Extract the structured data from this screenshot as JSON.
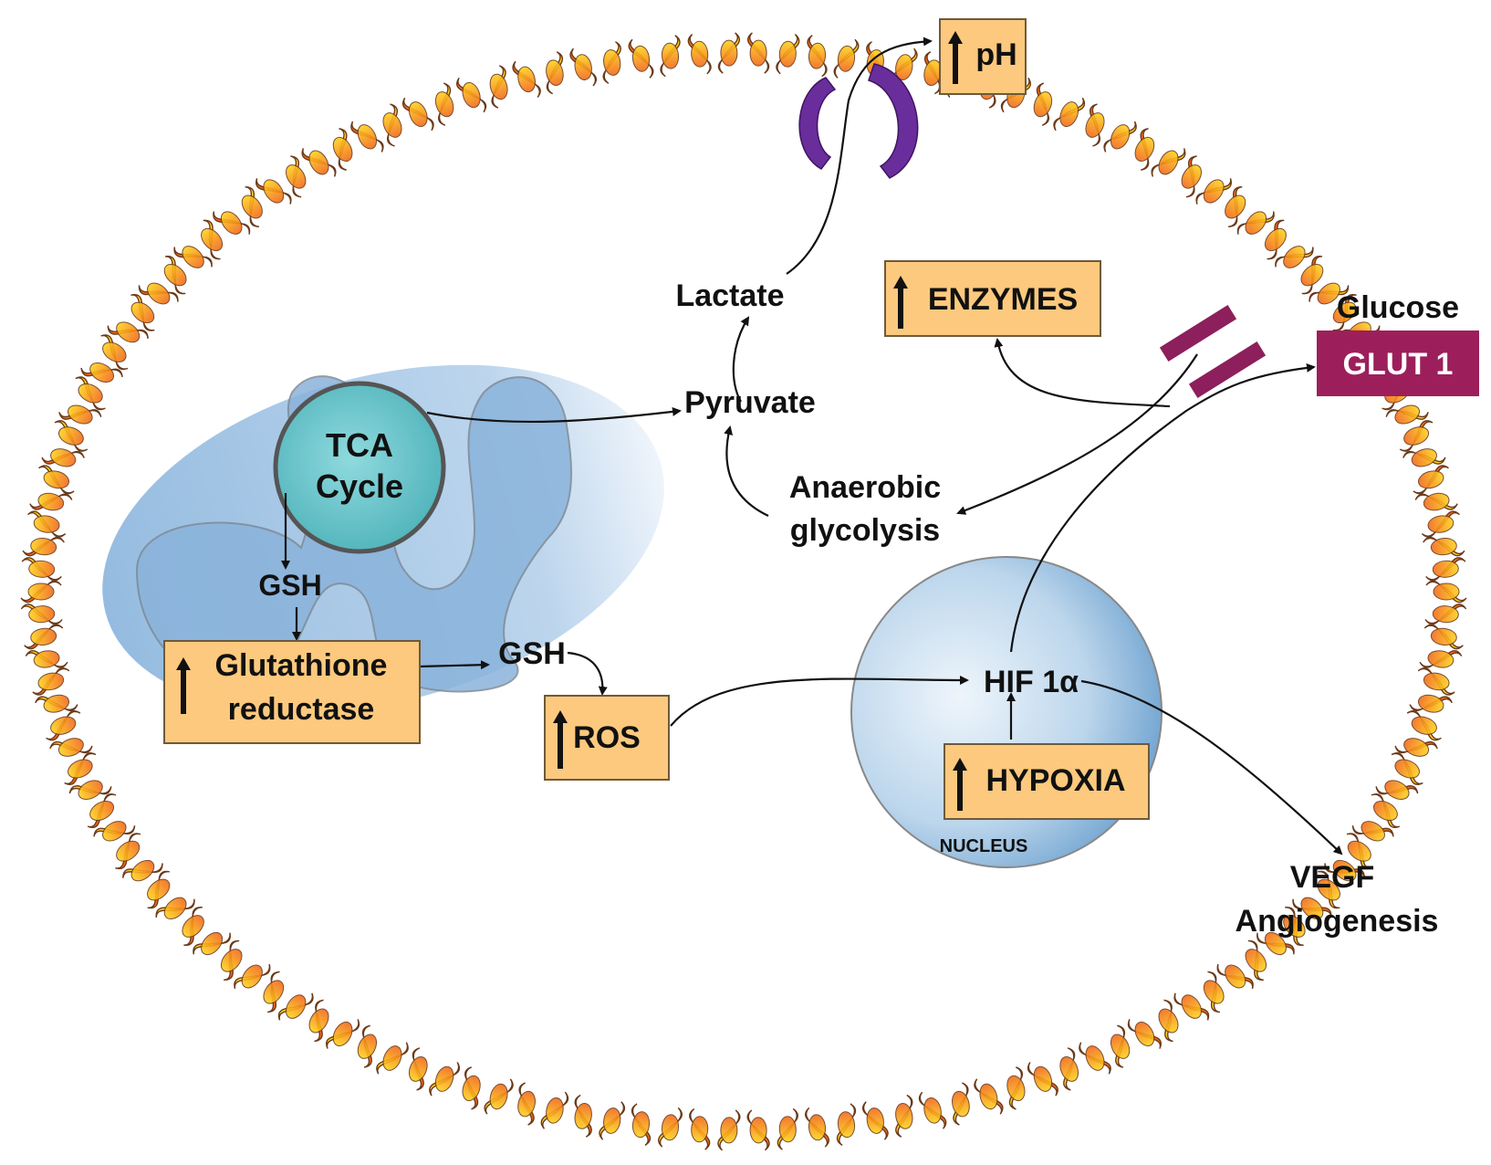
{
  "membrane": {
    "color_dark": "#f26a1b",
    "color_light": "#ffd21e",
    "outline": "#6b3a1a"
  },
  "mitochondrion": {
    "fill": "#8fb8de"
  },
  "tca": {
    "line1": "TCA",
    "line2": "Cycle",
    "fill": "#6cc6cb"
  },
  "labels": {
    "lactate": "Lactate",
    "pyruvate": "Pyruvate",
    "anaerobic_line1": "Anaerobic",
    "anaerobic_line2": "glycolysis",
    "glucose": "Glucose",
    "gsh_top": "GSH",
    "gsh_right": "GSH",
    "hif": "HIF 1α",
    "vegf_line1": "VEGF",
    "vegf_line2": "Angiogenesis",
    "nucleus": "NUCLEUS"
  },
  "boxes": {
    "ph": "pH",
    "enzymes": "ENZYMES",
    "glutathione_line1": "Glutathione",
    "glutathione_line2": "reductase",
    "ros": "ROS",
    "hypoxia": "HYPOXIA",
    "box_fill": "#fcc97e"
  },
  "glut": {
    "label": "GLUT 1",
    "fill": "#9c1f5c",
    "channel_fill": "#8c1f5c"
  },
  "transporter": {
    "fill": "#6a2d9c"
  }
}
